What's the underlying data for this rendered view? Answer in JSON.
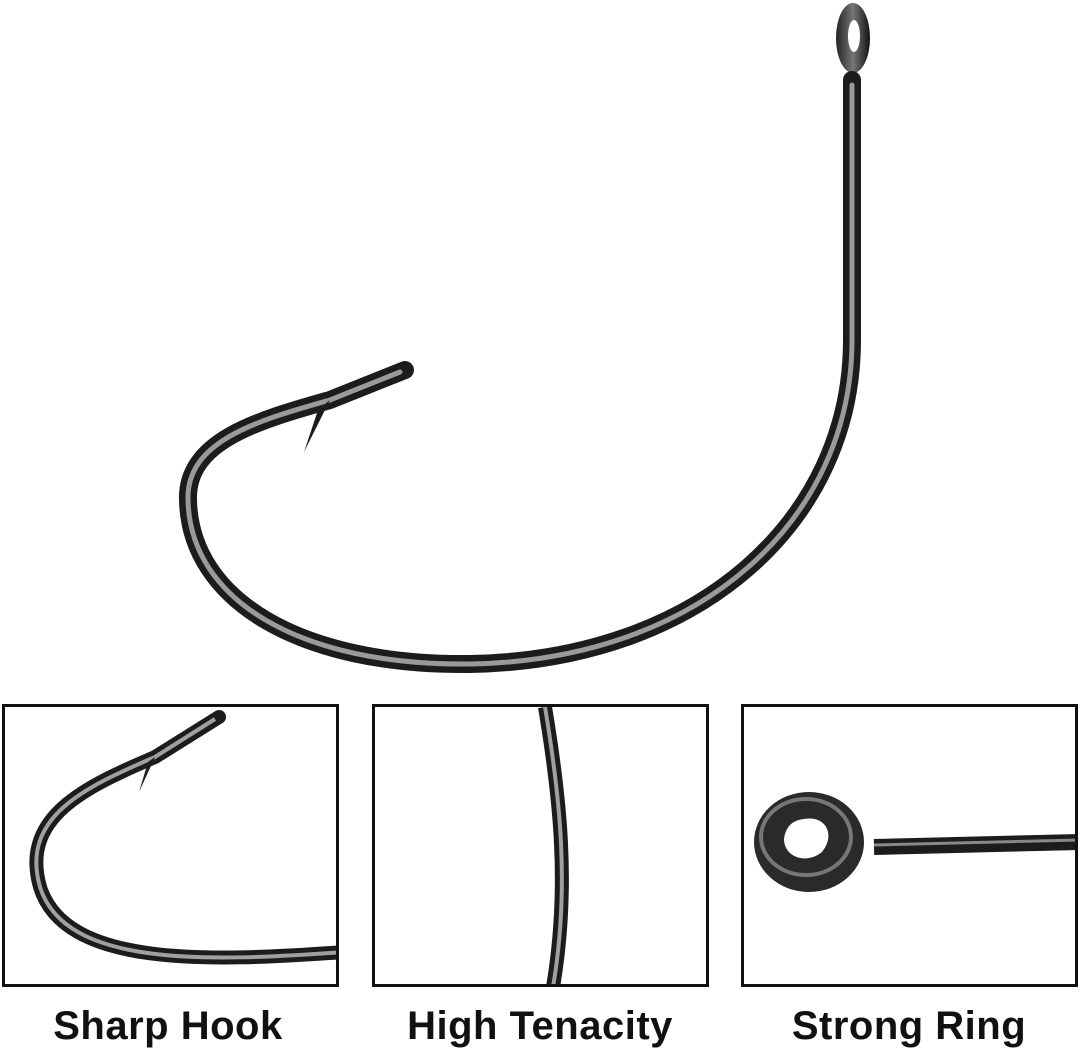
{
  "features": [
    {
      "label": "Sharp Hook"
    },
    {
      "label": "High Tenacity"
    },
    {
      "label": "Strong Ring"
    }
  ],
  "colors": {
    "metal_dark": "#1c1c1c",
    "metal_light": "#9a9a9a",
    "border": "#111111"
  }
}
